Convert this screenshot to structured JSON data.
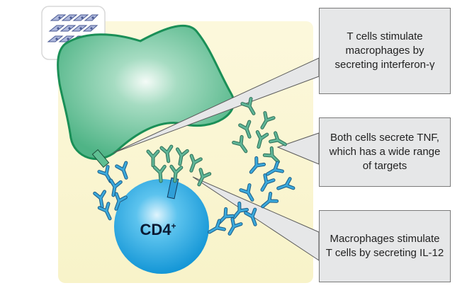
{
  "callouts": [
    {
      "text": "T cells stimulate macrophages by secreting interferon-γ"
    },
    {
      "text": "Both cells secrete TNF, which has a wide range of targets"
    },
    {
      "text": "Macrophages stimulate T cells by secreting IL-12"
    }
  ],
  "t_cell": {
    "label": "CD4",
    "superscript": "+"
  },
  "colors": {
    "background_panel": "#fbf7d2",
    "macrophage": "#5fbf93",
    "macrophage_outline": "#1a8f57",
    "t_cell": "#1aa3e0",
    "cytokine_green": "#5fb597",
    "cytokine_blue": "#3ba9dc",
    "callout_fill": "#e6e7e8",
    "callout_border": "#7a7a7a"
  },
  "icons": {
    "tissue": "cell-culture-icon"
  }
}
